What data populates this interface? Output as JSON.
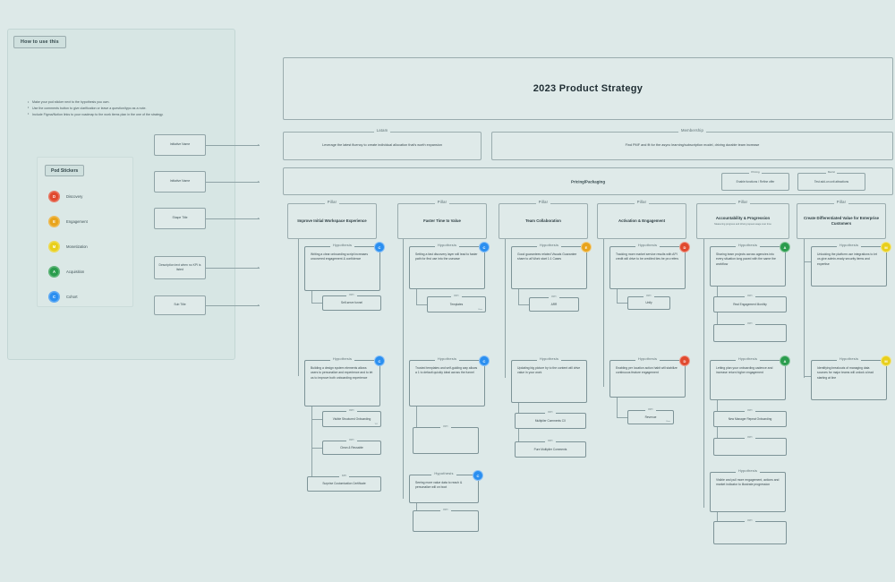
{
  "canvas": {
    "background": "#dde9e8",
    "frame_fill": "#dfeae9",
    "frame_stroke": "#8fa3a6"
  },
  "help_panel": {
    "title": "How to use this",
    "bullets": [
      "Make your pod sticker next to the hypothesis you own.",
      "Use the comments button to give clarification or leave a question/typo as a note.",
      "Include Figma/Notion links to your roadmap to the work items plan in the one of the strategy."
    ]
  },
  "pod_stickers": {
    "title": "Pod Stickers",
    "items": [
      {
        "label": "Discovery",
        "color": "#e04a2f",
        "initial": "D"
      },
      {
        "label": "Engagement",
        "color": "#e8a41c",
        "initial": "E"
      },
      {
        "label": "Monetization",
        "color": "#e8cf1c",
        "initial": "M"
      },
      {
        "label": "Acquisition",
        "color": "#2a9c4d",
        "initial": "A"
      },
      {
        "label": "Cohort",
        "color": "#2b8ff0",
        "initial": "C"
      }
    ]
  },
  "legend_keys": [
    {
      "label": "Initiative Name"
    },
    {
      "label": "Initiative Name"
    },
    {
      "label": "Shape Title"
    },
    {
      "label": "Description text when no KPI is listed"
    },
    {
      "label": "Sub Title"
    }
  ],
  "main": {
    "title": "2023 Product Strategy",
    "tier2": [
      {
        "label": "Latam",
        "body": "Leverage the latest fluency to create individual allocation that's worth expansion"
      },
      {
        "label": "Membership",
        "body": "Find PMF and fit for the async learning/subscription model, driving durable team increase"
      }
    ],
    "pricing": {
      "label": "Pricing/Packaging",
      "mini_boxes": [
        {
          "label": "Pricing",
          "body": "Enable functions / Refine offer"
        },
        {
          "label": "Metric",
          "body": "Test add-on unit attractions"
        }
      ]
    },
    "pillars": [
      {
        "label": "Pillar",
        "title": "Improve Initial Workspace Experience",
        "subtitle": ""
      },
      {
        "label": "Pillar",
        "title": "Faster Time to Value",
        "subtitle": ""
      },
      {
        "label": "Pillar",
        "title": "Team Collaboration",
        "subtitle": ""
      },
      {
        "label": "Pillar",
        "title": "Activation & Engagement",
        "subtitle": ""
      },
      {
        "label": "Pillar",
        "title": "Accountability & Progression",
        "subtitle": "Measuring progress and driving repeat usage over time"
      },
      {
        "label": "Pillar",
        "title": "Create Differentiated Value for Enterprise Customers",
        "subtitle": ""
      }
    ],
    "columns": [
      {
        "pillar_index": 0,
        "hypotheses": [
          {
            "label": "Hypothesis",
            "body": "Writing a clear onboarding script increases uncovered engagement & confidence",
            "badge": {
              "color": "#2b8ff0",
              "initial": "C"
            },
            "children": [
              {
                "label": "KPI",
                "text": "Self-serve funnel",
                "note": ""
              }
            ]
          },
          {
            "label": "Hypothesis",
            "body": "Building a design system elements allows users to personalize and experience and to let us to improve both onboarding experience",
            "badge": {
              "color": "#2b8ff0",
              "initial": "C"
            },
            "children": [
              {
                "label": "KPI",
                "text": "Visible Structured Onboarding",
                "note": "W1"
              },
              {
                "label": "KPI",
                "text": "Clean & Reusable",
                "note": ""
              },
              {
                "label": "KPI",
                "text": "Surprise Customization Certificate",
                "note": ""
              }
            ]
          }
        ]
      },
      {
        "pillar_index": 1,
        "hypotheses": [
          {
            "label": "Hypothesis",
            "body": "Setting a fast discovery layer will lead to faster path for first use into the usecase",
            "badge": {
              "color": "#2b8ff0",
              "initial": "C"
            },
            "children": [
              {
                "label": "KPI",
                "text": "Templates",
                "note": "Rate"
              }
            ]
          },
          {
            "label": "Hypothesis",
            "body": "Trusted templates and self-guiding way allows a 1 to default quickly ideal across the funnel",
            "badge": {
              "color": "#2b8ff0",
              "initial": "C"
            },
            "children": [
              {
                "label": "KPI",
                "text": "",
                "note": ""
              }
            ]
          },
          {
            "label": "Hypothesis",
            "body": "Seeing more value data to reach & personalize will on boot",
            "badge": {
              "color": "#2b8ff0",
              "initial": "C"
            },
            "children": [
              {
                "label": "KPI",
                "text": "",
                "note": ""
              }
            ]
          }
        ]
      },
      {
        "pillar_index": 2,
        "hypotheses": [
          {
            "label": "Hypothesis",
            "body": "Good guarantees related Visuals Guarantee share to all Work start 1:1 Cases",
            "badge": {
              "color": "#e8a41c",
              "initial": "E"
            },
            "children": [
              {
                "label": "KPI",
                "text": "ARR",
                "note": ""
              }
            ]
          },
          {
            "label": "Hypothesis",
            "body": "Updating big picture by to the content will drive value in your work",
            "badge": null,
            "children": [
              {
                "label": "KPI",
                "text": "Multiplier Comments CX",
                "note": ""
              },
              {
                "label": "KPI",
                "text": "Pure Multiplier Comments",
                "note": ""
              }
            ]
          }
        ]
      },
      {
        "pillar_index": 3,
        "hypotheses": [
          {
            "label": "Hypothesis",
            "body": "Tracking more market service results with API credit will drive to be credited ties be pro refers",
            "badge": {
              "color": "#e04a2f",
              "initial": "D"
            },
            "children": [
              {
                "label": "KPI",
                "text": "Unify",
                "note": ""
              }
            ]
          },
          {
            "label": "Hypothesis",
            "body": "Enabling per location action habit will stabilize continuous feature engagement",
            "badge": {
              "color": "#e04a2f",
              "initial": "D"
            },
            "children": [
              {
                "label": "KPI",
                "text": "Revenue",
                "note": "Rate"
              }
            ]
          }
        ]
      },
      {
        "pillar_index": 4,
        "hypotheses": [
          {
            "label": "Hypothesis",
            "body": "Sharing team projects across agencies into every situation long paced with the same the workflow",
            "badge": {
              "color": "#2a9c4d",
              "initial": "A"
            },
            "children": [
              {
                "label": "KPI",
                "text": "Real Engagement Monthly",
                "note": ""
              },
              {
                "label": "KPI",
                "text": "",
                "note": ""
              }
            ]
          },
          {
            "label": "Hypothesis",
            "body": "Letting plan your onboarding cadence and increase return higher engagement",
            "badge": {
              "color": "#2a9c4d",
              "initial": "A"
            },
            "children": [
              {
                "label": "KPI",
                "text": "New Manager Repeat Onboarding",
                "note": ""
              },
              {
                "label": "KPI",
                "text": "",
                "note": ""
              }
            ]
          },
          {
            "label": "Hypothesis",
            "body": "Visible and pull more engagement, actions and market indicator to illustrate progression",
            "badge": null,
            "children": [
              {
                "label": "KPI",
                "text": "",
                "note": ""
              }
            ]
          }
        ]
      },
      {
        "pillar_index": 5,
        "hypotheses": [
          {
            "label": "Hypothesis",
            "body": "Unlocking the platform use integrations to let us give admin-ready security items and expertise",
            "badge": {
              "color": "#e8cf1c",
              "initial": "M"
            },
            "children": []
          },
          {
            "label": "Hypothesis",
            "body": "Identifying breakouts of managing data sources for major teams will unlock a lead starting at line",
            "badge": {
              "color": "#e8cf1c",
              "initial": "M"
            },
            "children": []
          }
        ]
      }
    ]
  }
}
